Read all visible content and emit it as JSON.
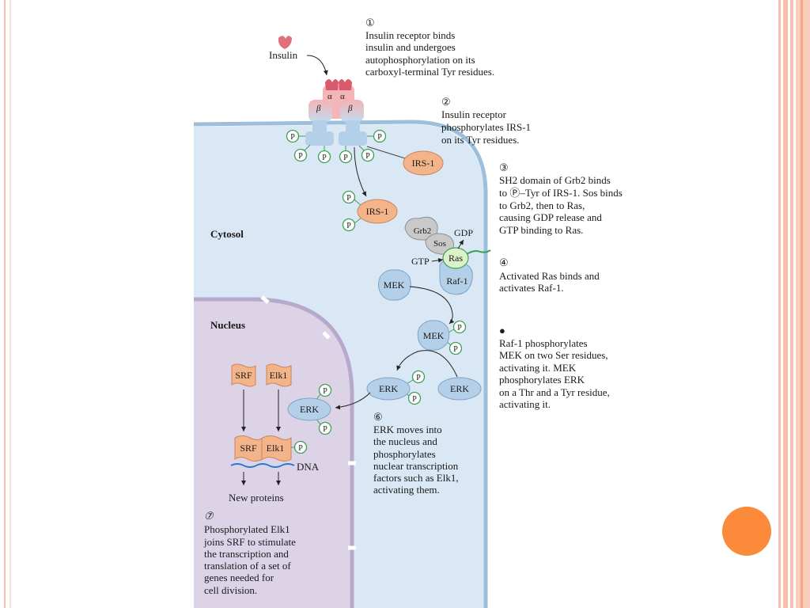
{
  "labels": {
    "insulin": "Insulin",
    "alpha": "α",
    "beta": "β",
    "p": "P",
    "irs1": "IRS-1",
    "grb2": "Grb2",
    "sos": "Sos",
    "gdp": "GDP",
    "gtp": "GTP",
    "ras": "Ras",
    "raf1": "Raf-1",
    "mek": "MEK",
    "erk": "ERK",
    "srf": "SRF",
    "elk1": "Elk1",
    "dna": "DNA",
    "new_proteins": "New proteins",
    "cytosol": "Cytosol",
    "nucleus": "Nucleus"
  },
  "steps": {
    "s1": {
      "marker": "①",
      "lines": [
        "Insulin receptor binds",
        "insulin and undergoes",
        "autophosphorylation on its",
        "carboxyl-terminal Tyr residues."
      ]
    },
    "s2": {
      "marker": "②",
      "lines": [
        "Insulin receptor",
        "phosphorylates IRS-1",
        "on its Tyr residues."
      ]
    },
    "s3": {
      "marker": "③",
      "lines": [
        "SH2 domain of Grb2 binds",
        "to Ⓟ–Tyr of IRS-1. Sos binds",
        "to Grb2, then to Ras,",
        "causing GDP release and",
        "GTP binding to Ras."
      ]
    },
    "s4": {
      "marker": "④",
      "lines": [
        "Activated Ras binds and",
        "activates Raf-1."
      ]
    },
    "s5": {
      "marker": "●",
      "lines": [
        "Raf-1 phosphorylates",
        "MEK on two Ser residues,",
        "activating it. MEK",
        "phosphorylates ERK",
        "on a Thr and a Tyr residue,",
        "activating it."
      ]
    },
    "s6": {
      "marker": "⑥",
      "lines": [
        "ERK moves into",
        "the nucleus and",
        "phosphorylates",
        "nuclear transcription",
        "factors such as Elk1,",
        "activating them."
      ]
    },
    "s7": {
      "marker": "⑦",
      "lines": [
        "Phosphorylated Elk1",
        "joins SRF to stimulate",
        "the transcription and",
        "translation of a set of",
        "genes needed for",
        "cell division."
      ]
    }
  },
  "colors": {
    "cytosol": "#dae8f5",
    "membrane": "#9dbfdc",
    "nucleus": "#ddd3e6",
    "nuclear_envelope": "#b6a9cc",
    "orange_protein": "#f4b48a",
    "blue_protein": "#b4cfe8",
    "insulin": "#e2707c",
    "phosphate_ring": "#3d9f57",
    "accent_circle": "#fb8a3b",
    "stripe": "#f6c0aa"
  }
}
